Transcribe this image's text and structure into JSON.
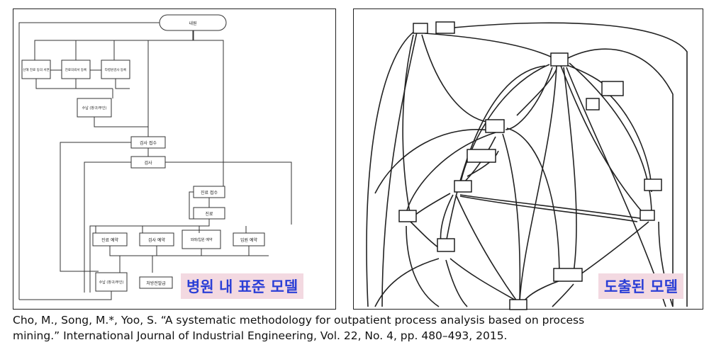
{
  "left_model": {
    "caption": "병원 내 표준 모델",
    "nodes": [
      {
        "id": "start",
        "label": "내원"
      },
      {
        "id": "n1",
        "label": "산해 진료 동의 서면"
      },
      {
        "id": "n2",
        "label": "진료의뢰서 등록"
      },
      {
        "id": "n3",
        "label": "타병원검사 등록"
      },
      {
        "id": "n4",
        "label": "수납 (창구/무인)"
      },
      {
        "id": "n5",
        "label": "검사 접수"
      },
      {
        "id": "n6",
        "label": "검사"
      },
      {
        "id": "n7",
        "label": "진료 접수"
      },
      {
        "id": "n8",
        "label": "진료"
      },
      {
        "id": "n9",
        "label": "진료 예약"
      },
      {
        "id": "n10",
        "label": "검사 예약"
      },
      {
        "id": "n11",
        "label": "외래/입원 예약"
      },
      {
        "id": "n12",
        "label": "입원 예약"
      },
      {
        "id": "n13",
        "label": "수납 (창구/무인)"
      },
      {
        "id": "n14",
        "label": "처방전발급"
      }
    ]
  },
  "right_model": {
    "caption": "도출된 모델"
  },
  "citation": {
    "line1": "Cho, M., Song, M.*, Yoo, S. “A systematic methodology for outpatient process analysis based on process",
    "line2": "mining.” International Journal of Industrial Engineering, Vol. 22, No. 4, pp. 480–493, 2015."
  }
}
